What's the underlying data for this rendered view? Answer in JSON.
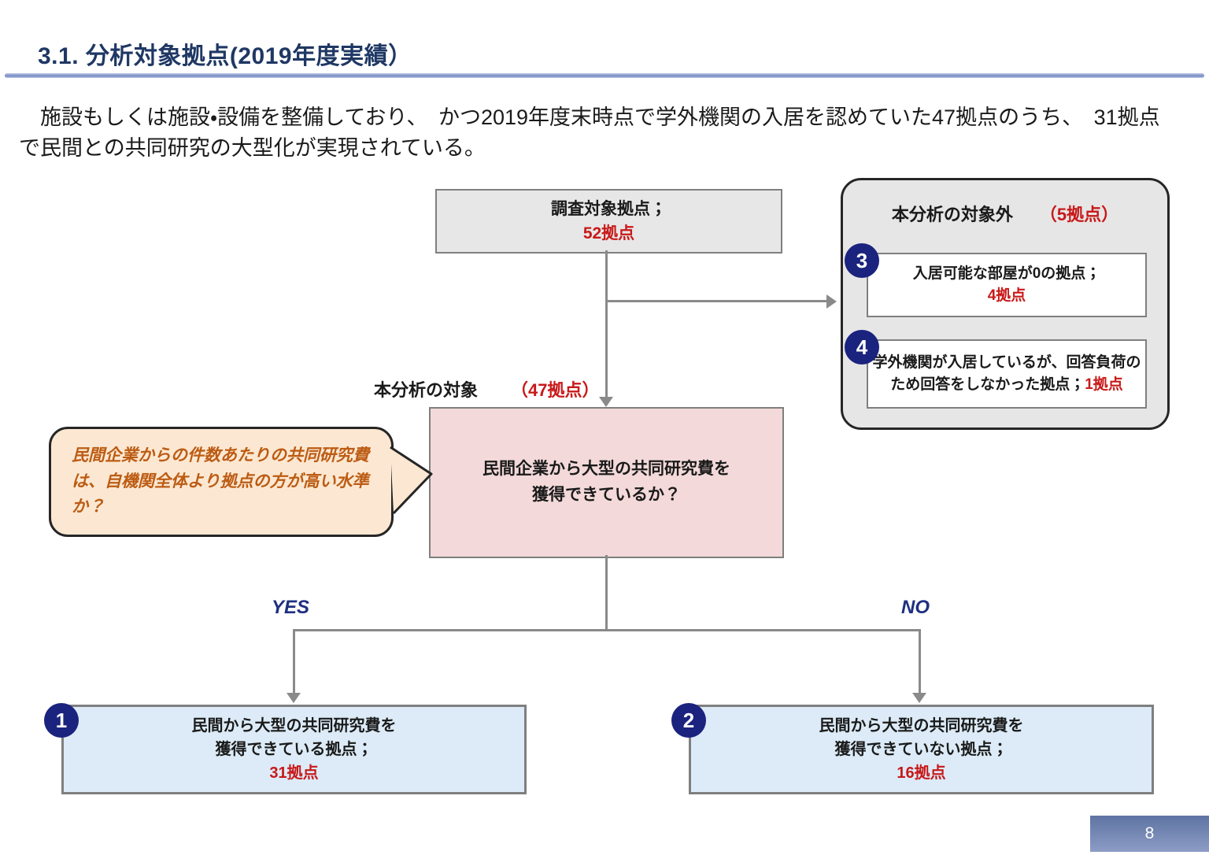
{
  "page": {
    "title": "3.1. 分析対象拠点(2019年度実績）",
    "page_number": "8"
  },
  "intro": {
    "line1": "　施設もしくは施設・設備を整備しており、　かつ2019年度末時点で学外機関の入居を認めていた47拠点のうち、　31拠点",
    "line2": "で民間との共同研究の大型化が実現されている。"
  },
  "flow": {
    "survey_box": {
      "line1": "調査対象拠点；",
      "line2": "52拠点"
    },
    "excluded": {
      "title": "本分析の対象外",
      "count": "（5拠点）",
      "item3": {
        "badge": "3",
        "line1": "入居可能な部屋が0の拠点；",
        "line2": "4拠点"
      },
      "item4": {
        "badge": "4",
        "line1": "学外機関が入居しているが、回答負荷の",
        "line2_black": "ため回答をしなかった拠点；",
        "line2_red": "1拠点"
      }
    },
    "target_label": {
      "text": "本分析の対象",
      "count": "（47拠点）"
    },
    "question_box": {
      "line1": "民間企業から大型の共同研究費を",
      "line2": "獲得できているか？"
    },
    "callout": {
      "text": "民間企業からの件数あたりの共同研究費は、自機関全体より拠点の方が高い水準か？"
    },
    "yes_label": "YES",
    "no_label": "NO",
    "result_yes": {
      "badge": "1",
      "line1": "民間から大型の共同研究費を",
      "line2": "獲得できている拠点；",
      "line3": "31拠点"
    },
    "result_no": {
      "badge": "2",
      "line1": "民間から大型の共同研究費を",
      "line2": "獲得できていない拠点；",
      "line3": "16拠点"
    }
  },
  "colors": {
    "title_navy": "#1f3864",
    "badge_navy": "#1a237e",
    "highlight_red": "#c81919",
    "question_pink": "#f3d9d9",
    "result_blue": "#dcebf7",
    "callout_peach": "#fce8d2",
    "callout_text": "#bc5c14",
    "connector_gray": "#8a8a8a"
  }
}
